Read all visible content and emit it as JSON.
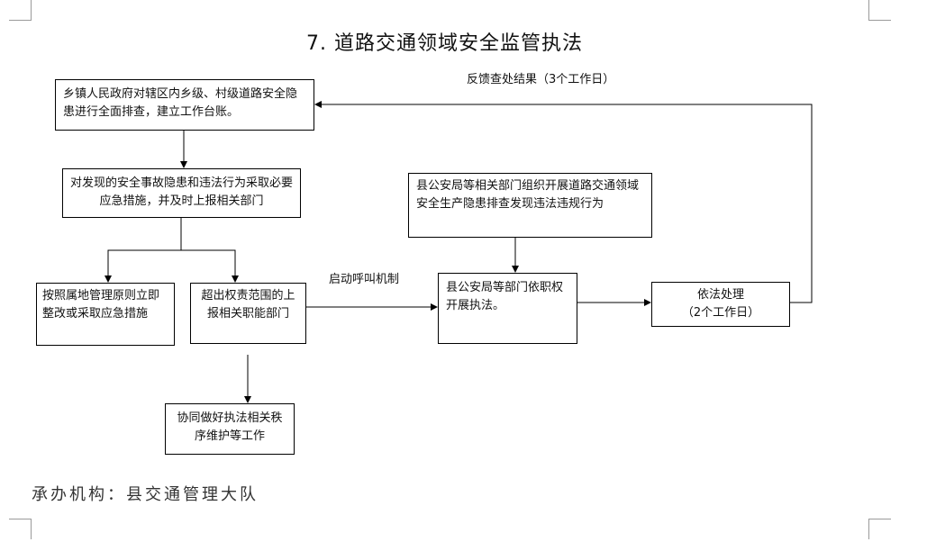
{
  "title": "7. 道路交通领域安全监管执法",
  "boxes": {
    "township": "乡镇人民政府对辖区内乡级、村级道路安全隐患进行全面排查，建立工作台账。",
    "measures": "对发现的安全事故隐患和违法行为采取必要应急措施，并及时上报相关部门",
    "rectify": "按照属地管理原则立即整改或采取应急措施",
    "report": "超出权责范围的上报相关职能部门",
    "cooperate": "协同做好执法相关秩序维护等工作",
    "police_org": "县公安局等相关部门组织开展道路交通领域安全生产隐患排查发现违法违规行为",
    "police_enforce": "县公安局等部门依职权开展执法。",
    "handle_title": "依法处理",
    "handle_days": "（2个工作日）"
  },
  "labels": {
    "feedback": "反馈查处结果（3个工作日）",
    "callout": "启动呼叫机制"
  },
  "footer": "承办机构：县交通管理大队"
}
